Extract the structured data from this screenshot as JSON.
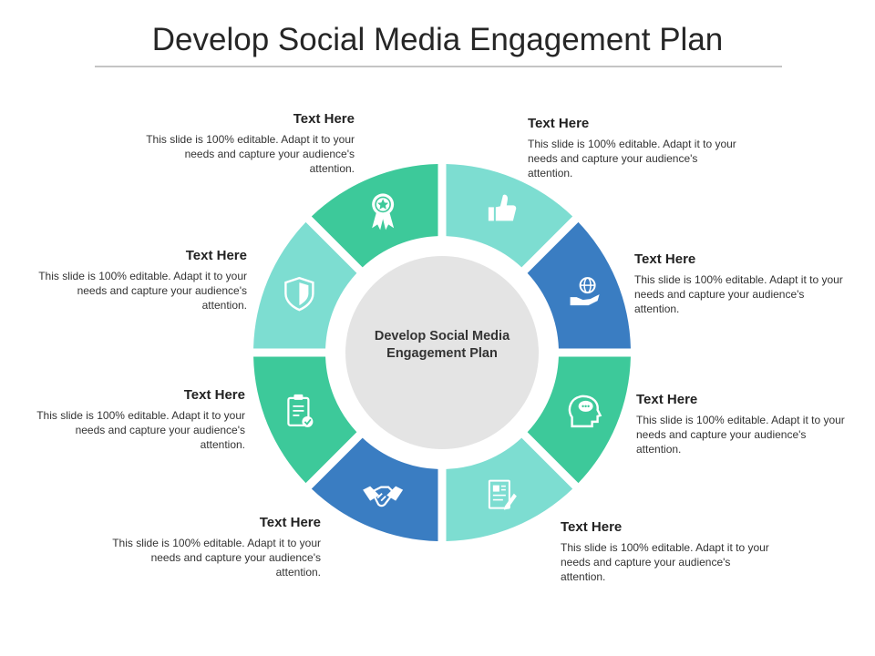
{
  "title": "Develop Social Media Engagement Plan",
  "center_label": "Develop Social Media Engagement Plan",
  "segments": [
    {
      "heading": "Text Here",
      "body": "This slide is 100% editable. Adapt it to your needs and capture your audience's attention.",
      "icon": "thumbs-up-icon",
      "color": "#7dddd1"
    },
    {
      "heading": "Text Here",
      "body": "This slide is 100% editable. Adapt it to your needs and capture your audience's attention.",
      "icon": "globe-in-hand-icon",
      "color": "#3a7dc2"
    },
    {
      "heading": "Text Here",
      "body": "This slide is 100% editable. Adapt it to your needs and capture your audience's attention.",
      "icon": "head-thought-icon",
      "color": "#3dc99a"
    },
    {
      "heading": "Text Here",
      "body": "This slide is 100% editable. Adapt it to your needs and capture your audience's attention.",
      "icon": "document-pen-icon",
      "color": "#7dddd1"
    },
    {
      "heading": "Text Here",
      "body": "This slide is 100% editable. Adapt it to your needs and capture your audience's attention.",
      "icon": "handshake-icon",
      "color": "#3a7dc2"
    },
    {
      "heading": "Text Here",
      "body": "This slide is 100% editable. Adapt it to your needs and capture your audience's attention.",
      "icon": "clipboard-check-icon",
      "color": "#3dc99a"
    },
    {
      "heading": "Text Here",
      "body": "This slide is 100% editable. Adapt it to your needs and capture your audience's attention.",
      "icon": "shield-icon",
      "color": "#7dddd1"
    },
    {
      "heading": "Text Here",
      "body": "This slide is 100% editable. Adapt it to your needs and capture your audience's attention.",
      "icon": "award-ribbon-icon",
      "color": "#3dc99a"
    }
  ],
  "center_color": "#e4e4e4"
}
